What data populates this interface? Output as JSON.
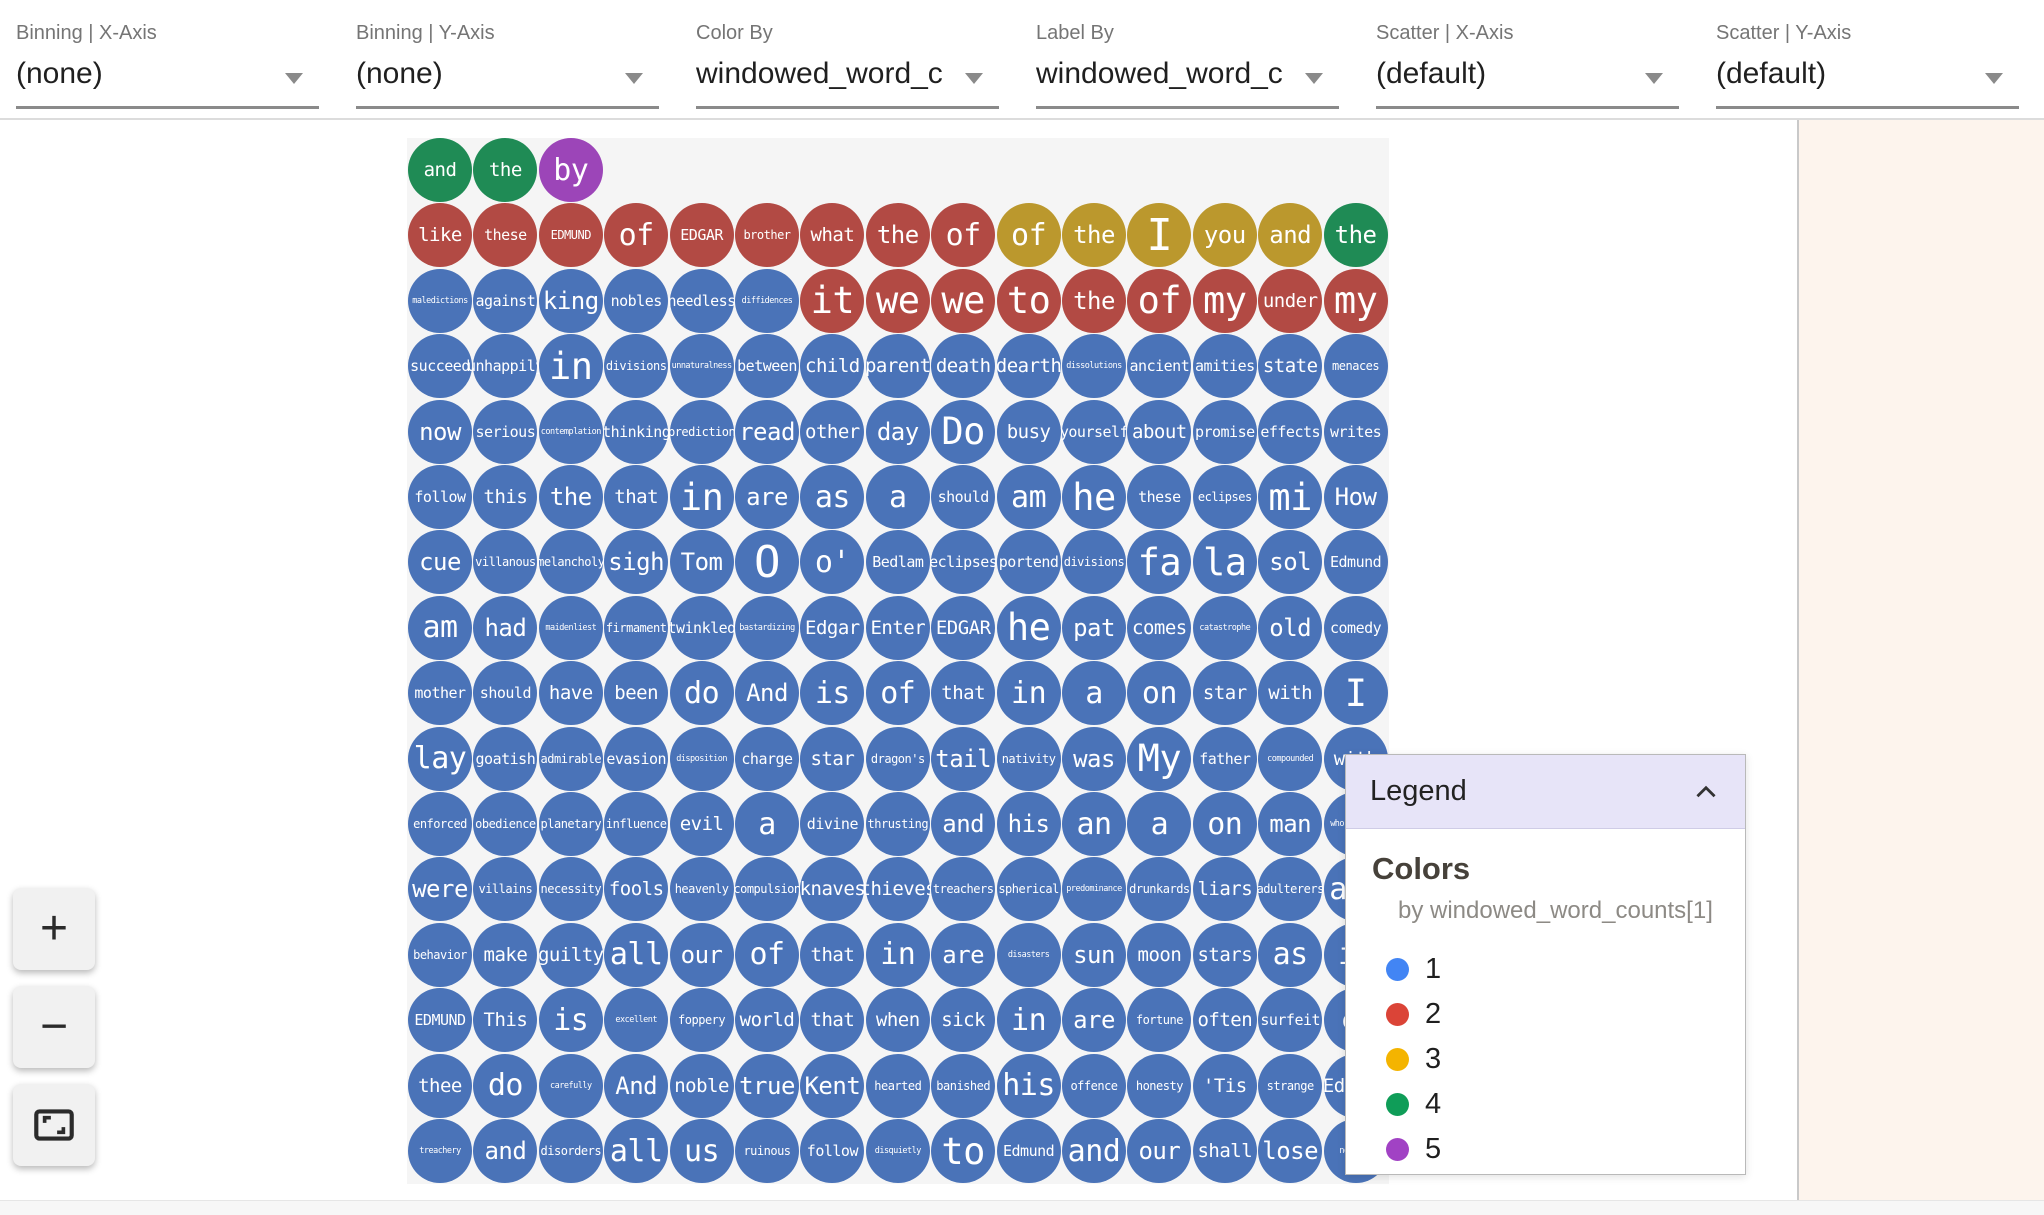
{
  "toolbar": {
    "dropdowns": [
      {
        "label": "Binning | X-Axis",
        "value": "(none)"
      },
      {
        "label": "Binning | Y-Axis",
        "value": "(none)"
      },
      {
        "label": "Color By",
        "value": "windowed_word_c"
      },
      {
        "label": "Label By",
        "value": "windowed_word_c"
      },
      {
        "label": "Scatter | X-Axis",
        "value": "(default)"
      },
      {
        "label": "Scatter | Y-Axis",
        "value": "(default)"
      }
    ]
  },
  "zoom_controls": {
    "zoom_in": "+",
    "zoom_out": "−",
    "fit_icon": "fit-to-screen-icon"
  },
  "legend": {
    "title": "Legend",
    "collapse_icon": "chevron-up-icon",
    "section_title": "Colors",
    "byline": "by windowed_word_counts[1]",
    "items": [
      {
        "label": "1",
        "color": "#4285f4"
      },
      {
        "label": "2",
        "color": "#db4437"
      },
      {
        "label": "3",
        "color": "#f4b400"
      },
      {
        "label": "4",
        "color": "#0f9d58"
      },
      {
        "label": "5",
        "color": "#a142c4"
      }
    ]
  },
  "colors": {
    "bubble": {
      "1": "#4a73b8",
      "2": "#b24a44",
      "3": "#bb982d",
      "4": "#1f8b55",
      "5": "#9c45b8"
    },
    "grid_bg": "#f5f5f5",
    "panel_bg": "#fdf4ed",
    "legend_header_bg": "#e7e4f8"
  },
  "grid": {
    "rows": [
      [
        [
          "and",
          "m",
          4
        ],
        [
          "the",
          "m",
          4
        ],
        [
          "by",
          "xl",
          5
        ]
      ],
      [
        [
          "like",
          "m",
          2
        ],
        [
          "these",
          "s",
          2
        ],
        [
          "EDMUND",
          "xs",
          2
        ],
        [
          "of",
          "xl",
          2
        ],
        [
          "EDGAR",
          "s",
          2
        ],
        [
          "brother",
          "xs",
          2
        ],
        [
          "what",
          "m",
          2
        ],
        [
          "the",
          "l",
          2
        ],
        [
          "of",
          "xl",
          2
        ],
        [
          "of",
          "xl",
          3
        ],
        [
          "the",
          "l",
          3
        ],
        [
          "I",
          "xxxl",
          3
        ],
        [
          "you",
          "l",
          3
        ],
        [
          "and",
          "l",
          3
        ],
        [
          "the",
          "l",
          4
        ]
      ],
      [
        [
          "maledictions",
          "xxs",
          1
        ],
        [
          "against",
          "s",
          1
        ],
        [
          "king",
          "l",
          1
        ],
        [
          "nobles",
          "s",
          1
        ],
        [
          "needless",
          "s",
          1
        ],
        [
          "diffidences",
          "xxs",
          1
        ],
        [
          "it",
          "xxl",
          2
        ],
        [
          "we",
          "xxl",
          2
        ],
        [
          "we",
          "xxl",
          2
        ],
        [
          "to",
          "xxl",
          2
        ],
        [
          "the",
          "l",
          2
        ],
        [
          "of",
          "xxl",
          2
        ],
        [
          "my",
          "xxl",
          2
        ],
        [
          "under",
          "m",
          2
        ],
        [
          "my",
          "xxl",
          2
        ]
      ],
      [
        [
          "succeed",
          "s",
          1
        ],
        [
          "unhappily",
          "s",
          1
        ],
        [
          "in",
          "xxl",
          1
        ],
        [
          "divisions",
          "xs",
          1
        ],
        [
          "unnaturalness",
          "xxs",
          1
        ],
        [
          "between",
          "s",
          1
        ],
        [
          "child",
          "m",
          1
        ],
        [
          "parent",
          "m",
          1
        ],
        [
          "death",
          "m",
          1
        ],
        [
          "dearth",
          "m",
          1
        ],
        [
          "dissolutions",
          "xxs",
          1
        ],
        [
          "ancient",
          "s",
          1
        ],
        [
          "amities",
          "s",
          1
        ],
        [
          "state",
          "m",
          1
        ],
        [
          "menaces",
          "xs",
          1
        ]
      ],
      [
        [
          "now",
          "l",
          1
        ],
        [
          "serious",
          "s",
          1
        ],
        [
          "contemplation",
          "xxs",
          1
        ],
        [
          "thinking",
          "s",
          1
        ],
        [
          "prediction",
          "xs",
          1
        ],
        [
          "read",
          "l",
          1
        ],
        [
          "other",
          "m",
          1
        ],
        [
          "day",
          "l",
          1
        ],
        [
          "Do",
          "xxl",
          1
        ],
        [
          "busy",
          "m",
          1
        ],
        [
          "yourself",
          "s",
          1
        ],
        [
          "about",
          "m",
          1
        ],
        [
          "promise",
          "s",
          1
        ],
        [
          "effects",
          "s",
          1
        ],
        [
          "writes",
          "s",
          1
        ]
      ],
      [
        [
          "follow",
          "s",
          1
        ],
        [
          "this",
          "m",
          1
        ],
        [
          "the",
          "l",
          1
        ],
        [
          "that",
          "m",
          1
        ],
        [
          "in",
          "xxl",
          1
        ],
        [
          "are",
          "l",
          1
        ],
        [
          "as",
          "xl",
          1
        ],
        [
          "a",
          "xl",
          1
        ],
        [
          "should",
          "s",
          1
        ],
        [
          "am",
          "xl",
          1
        ],
        [
          "he",
          "xxl",
          1
        ],
        [
          "these",
          "s",
          1
        ],
        [
          "eclipses",
          "xs",
          1
        ],
        [
          "mi",
          "xxl",
          1
        ],
        [
          "How",
          "l",
          1
        ]
      ],
      [
        [
          "cue",
          "l",
          1
        ],
        [
          "villanous",
          "xs",
          1
        ],
        [
          "melancholy",
          "xs",
          1
        ],
        [
          "sigh",
          "l",
          1
        ],
        [
          "Tom",
          "l",
          1
        ],
        [
          "O",
          "xxxl",
          1
        ],
        [
          "o'",
          "xl",
          1
        ],
        [
          "Bedlam",
          "s",
          1
        ],
        [
          "eclipses",
          "s",
          1
        ],
        [
          "portend",
          "s",
          1
        ],
        [
          "divisions",
          "xs",
          1
        ],
        [
          "fa",
          "xxl",
          1
        ],
        [
          "la",
          "xxl",
          1
        ],
        [
          "sol",
          "l",
          1
        ],
        [
          "Edmund",
          "s",
          1
        ]
      ],
      [
        [
          "am",
          "xl",
          1
        ],
        [
          "had",
          "l",
          1
        ],
        [
          "maidenliest",
          "xxs",
          1
        ],
        [
          "firmament",
          "xs",
          1
        ],
        [
          "twinkled",
          "s",
          1
        ],
        [
          "bastardizing",
          "xxs",
          1
        ],
        [
          "Edgar",
          "m",
          1
        ],
        [
          "Enter",
          "m",
          1
        ],
        [
          "EDGAR",
          "m",
          1
        ],
        [
          "he",
          "xxl",
          1
        ],
        [
          "pat",
          "l",
          1
        ],
        [
          "comes",
          "m",
          1
        ],
        [
          "catastrophe",
          "xxs",
          1
        ],
        [
          "old",
          "l",
          1
        ],
        [
          "comedy",
          "s",
          1
        ]
      ],
      [
        [
          "mother",
          "s",
          1
        ],
        [
          "should",
          "s",
          1
        ],
        [
          "have",
          "m",
          1
        ],
        [
          "been",
          "m",
          1
        ],
        [
          "do",
          "xl",
          1
        ],
        [
          "And",
          "l",
          1
        ],
        [
          "is",
          "xl",
          1
        ],
        [
          "of",
          "xl",
          1
        ],
        [
          "that",
          "m",
          1
        ],
        [
          "in",
          "xl",
          1
        ],
        [
          "a",
          "xl",
          1
        ],
        [
          "on",
          "xl",
          1
        ],
        [
          "star",
          "m",
          1
        ],
        [
          "with",
          "m",
          1
        ],
        [
          "I",
          "xxl",
          1
        ]
      ],
      [
        [
          "lay",
          "xl",
          1
        ],
        [
          "goatish",
          "s",
          1
        ],
        [
          "admirable",
          "xs",
          1
        ],
        [
          "evasion",
          "s",
          1
        ],
        [
          "disposition",
          "xxs",
          1
        ],
        [
          "charge",
          "s",
          1
        ],
        [
          "star",
          "m",
          1
        ],
        [
          "dragon's",
          "xs",
          1
        ],
        [
          "tail",
          "l",
          1
        ],
        [
          "nativity",
          "xs",
          1
        ],
        [
          "was",
          "l",
          1
        ],
        [
          "My",
          "xxl",
          1
        ],
        [
          "father",
          "s",
          1
        ],
        [
          "compounded",
          "xxs",
          1
        ],
        [
          "with",
          "m",
          1
        ]
      ],
      [
        [
          "enforced",
          "xs",
          1
        ],
        [
          "obedience",
          "xs",
          1
        ],
        [
          "planetary",
          "xs",
          1
        ],
        [
          "influence",
          "xs",
          1
        ],
        [
          "evil",
          "m",
          1
        ],
        [
          "a",
          "xl",
          1
        ],
        [
          "divine",
          "s",
          1
        ],
        [
          "thrusting",
          "xs",
          1
        ],
        [
          "and",
          "l",
          1
        ],
        [
          "his",
          "l",
          1
        ],
        [
          "an",
          "xl",
          1
        ],
        [
          "a",
          "xl",
          1
        ],
        [
          "on",
          "xl",
          1
        ],
        [
          "man",
          "l",
          1
        ],
        [
          "whoremaster",
          "xxs",
          1
        ]
      ],
      [
        [
          "were",
          "l",
          1
        ],
        [
          "villains",
          "xs",
          1
        ],
        [
          "necessity",
          "xs",
          1
        ],
        [
          "fools",
          "m",
          1
        ],
        [
          "heavenly",
          "xs",
          1
        ],
        [
          "compulsion",
          "xs",
          1
        ],
        [
          "knaves",
          "m",
          1
        ],
        [
          "thieves",
          "m",
          1
        ],
        [
          "treachers",
          "xs",
          1
        ],
        [
          "spherical",
          "xs",
          1
        ],
        [
          "predominance",
          "xxs",
          1
        ],
        [
          "drunkards",
          "xs",
          1
        ],
        [
          "liars",
          "m",
          1
        ],
        [
          "adulterers",
          "xs",
          1
        ],
        [
          "and",
          "xl",
          1
        ]
      ],
      [
        [
          "behavior",
          "xs",
          1
        ],
        [
          "make",
          "m",
          1
        ],
        [
          "guilty",
          "m",
          1
        ],
        [
          "all",
          "xl",
          1
        ],
        [
          "our",
          "l",
          1
        ],
        [
          "of",
          "xl",
          1
        ],
        [
          "that",
          "m",
          1
        ],
        [
          "in",
          "xl",
          1
        ],
        [
          "are",
          "l",
          1
        ],
        [
          "disasters",
          "xxs",
          1
        ],
        [
          "sun",
          "l",
          1
        ],
        [
          "moon",
          "m",
          1
        ],
        [
          "stars",
          "m",
          1
        ],
        [
          "as",
          "xl",
          1
        ],
        [
          "if",
          "xl",
          1
        ]
      ],
      [
        [
          "EDMUND",
          "s",
          1
        ],
        [
          "This",
          "m",
          1
        ],
        [
          "is",
          "xl",
          1
        ],
        [
          "excellent",
          "xxs",
          1
        ],
        [
          "foppery",
          "xs",
          1
        ],
        [
          "world",
          "m",
          1
        ],
        [
          "that",
          "m",
          1
        ],
        [
          "when",
          "m",
          1
        ],
        [
          "sick",
          "m",
          1
        ],
        [
          "in",
          "xl",
          1
        ],
        [
          "are",
          "l",
          1
        ],
        [
          "fortune",
          "xs",
          1
        ],
        [
          "often",
          "m",
          1
        ],
        [
          "surfeit",
          "s",
          1
        ],
        [
          "of",
          "l",
          1
        ]
      ],
      [
        [
          "thee",
          "m",
          1
        ],
        [
          "do",
          "xl",
          1
        ],
        [
          "carefully",
          "xxs",
          1
        ],
        [
          "And",
          "l",
          1
        ],
        [
          "noble",
          "m",
          1
        ],
        [
          "true",
          "l",
          1
        ],
        [
          "Kent",
          "l",
          1
        ],
        [
          "hearted",
          "xs",
          1
        ],
        [
          "banished",
          "xs",
          1
        ],
        [
          "his",
          "xl",
          1
        ],
        [
          "offence",
          "xs",
          1
        ],
        [
          "honesty",
          "xs",
          1
        ],
        [
          "'Tis",
          "m",
          1
        ],
        [
          "strange",
          "xs",
          1
        ],
        [
          "Edmund",
          "m",
          1
        ]
      ],
      [
        [
          "treachery",
          "xxs",
          1
        ],
        [
          "and",
          "l",
          1
        ],
        [
          "disorders",
          "xs",
          1
        ],
        [
          "all",
          "xl",
          1
        ],
        [
          "us",
          "xl",
          1
        ],
        [
          "ruinous",
          "xs",
          1
        ],
        [
          "follow",
          "s",
          1
        ],
        [
          "disquietly",
          "xxs",
          1
        ],
        [
          "to",
          "xxl",
          1
        ],
        [
          "Edmund",
          "s",
          1
        ],
        [
          "and",
          "xl",
          1
        ],
        [
          "our",
          "l",
          1
        ],
        [
          "shall",
          "m",
          1
        ],
        [
          "lose",
          "l",
          1
        ],
        [
          "nothing",
          "xxs",
          1
        ]
      ]
    ]
  }
}
